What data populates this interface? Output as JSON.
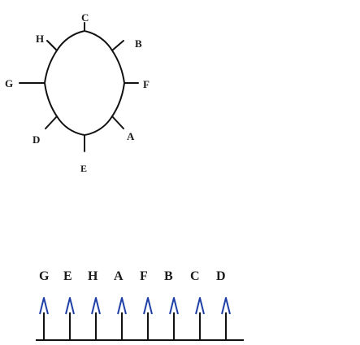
{
  "diagram": {
    "top_labels": {
      "C": "C",
      "H": "H",
      "B": "B",
      "G": "G",
      "F": "F",
      "D": "D",
      "A": "A",
      "E": "E"
    },
    "bottom_sequence": [
      "G",
      "E",
      "H",
      "A",
      "F",
      "B",
      "C",
      "D"
    ],
    "arrow_color": "#1f3fa6",
    "line_color": "#111111",
    "arrow_count": 8
  }
}
